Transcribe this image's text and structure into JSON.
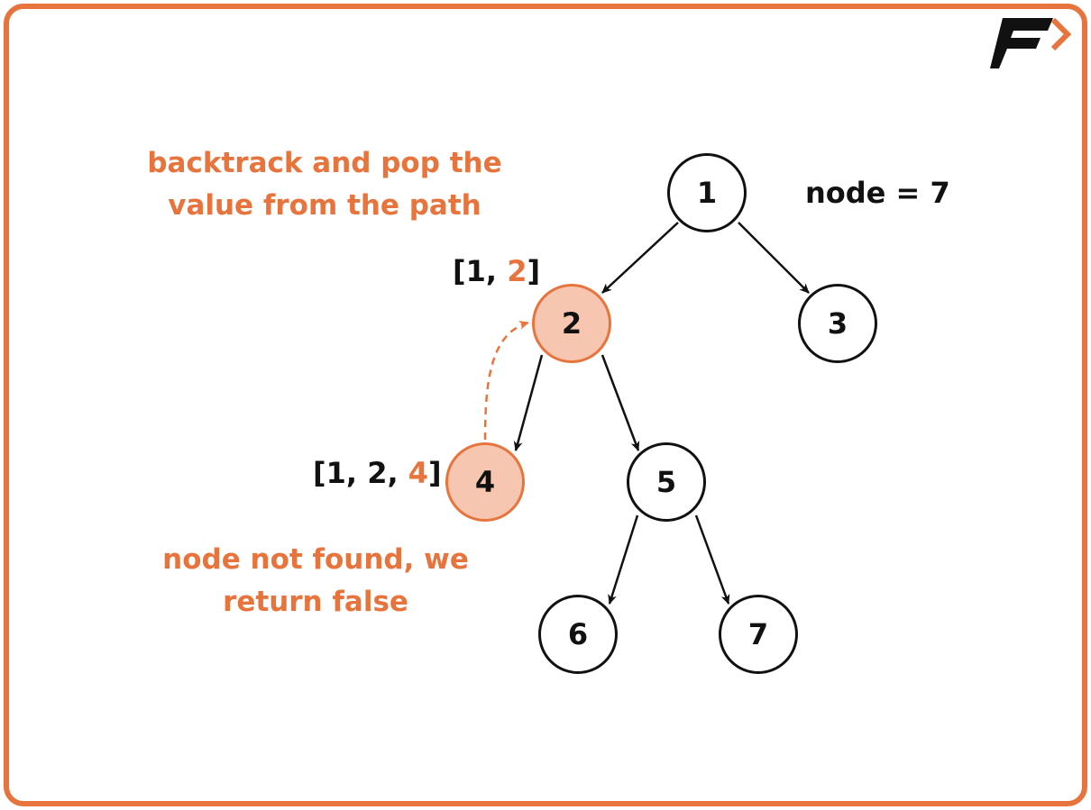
{
  "logo": {
    "name": "brand-logo",
    "colors": {
      "letter": "#111111",
      "arrow": "#E8743D"
    }
  },
  "colors": {
    "accent": "#E8743D",
    "highlight_fill": "#F7C6B0",
    "stroke": "#111111"
  },
  "target": {
    "text": "node = 7"
  },
  "annotations": {
    "backtrack": {
      "line1": "backtrack and pop the",
      "line2": "value from the path"
    },
    "not_found": {
      "line1": "node not found, we",
      "line2": "return false"
    }
  },
  "paths": {
    "at_node_2": {
      "prefix": "[1, ",
      "highlight": "2",
      "suffix": "]"
    },
    "at_node_4": {
      "prefix": "[1, 2, ",
      "highlight": "4",
      "suffix": "]"
    }
  },
  "tree": {
    "nodes": [
      {
        "id": "n1",
        "label": "1",
        "state": "normal"
      },
      {
        "id": "n2",
        "label": "2",
        "state": "active"
      },
      {
        "id": "n3",
        "label": "3",
        "state": "normal"
      },
      {
        "id": "n4",
        "label": "4",
        "state": "active"
      },
      {
        "id": "n5",
        "label": "5",
        "state": "normal"
      },
      {
        "id": "n6",
        "label": "6",
        "state": "normal"
      },
      {
        "id": "n7",
        "label": "7",
        "state": "normal"
      }
    ],
    "edges": [
      {
        "from": "n1",
        "to": "n2"
      },
      {
        "from": "n1",
        "to": "n3"
      },
      {
        "from": "n2",
        "to": "n4"
      },
      {
        "from": "n2",
        "to": "n5"
      },
      {
        "from": "n5",
        "to": "n6"
      },
      {
        "from": "n5",
        "to": "n7"
      }
    ],
    "backtrack_edge": {
      "from": "n4",
      "to": "n2",
      "style": "dashed"
    }
  }
}
